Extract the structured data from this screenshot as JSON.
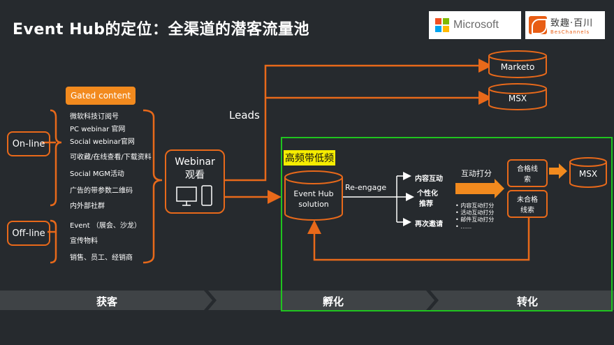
{
  "title": "Event Hub的定位：全渠道的潜客流量池",
  "logos": {
    "microsoft": "Microsoft",
    "beschannels_cn": "致趣·百川",
    "beschannels_en": "BesChannels"
  },
  "colors": {
    "accent": "#e8691a",
    "green": "#1fc41f",
    "highlight": "#f5ec00",
    "bg": "#262a2e"
  },
  "channels": {
    "online": "On-line",
    "offline": "Off-line"
  },
  "gated_content": "Gated content",
  "online_sources": [
    "微软科技订阅号",
    "PC webinar 官网",
    "Social webinar官网",
    "可收藏/在线查看/下载资料",
    "Social MGM活动",
    "广告的带参数二维码",
    "内外部社群"
  ],
  "offline_sources": [
    "Event （展会、沙龙）",
    "宣传物料",
    "销售、员工、经销商"
  ],
  "webinar": {
    "line1": "Webinar",
    "line2": "观看"
  },
  "leads_label": "Leads",
  "destinations": [
    "Marketo",
    "MSX"
  ],
  "nurture_title": "高频带低频",
  "event_hub": {
    "line1": "Event Hub",
    "line2": "solution"
  },
  "reengage": "Re-engage",
  "actions": [
    "内容互动",
    "个性化",
    "推荐",
    "再次邀请"
  ],
  "scoring_label": "互动打分",
  "scoring_items": [
    "内容互动打分",
    "活动互动打分",
    "邮件互动打分",
    "……"
  ],
  "qualified": {
    "line1": "合格线",
    "line2": "索"
  },
  "unqualified": {
    "line1": "未合格",
    "line2": "线索"
  },
  "msx_final": "MSX",
  "stages": [
    "获客",
    "孵化",
    "转化"
  ]
}
